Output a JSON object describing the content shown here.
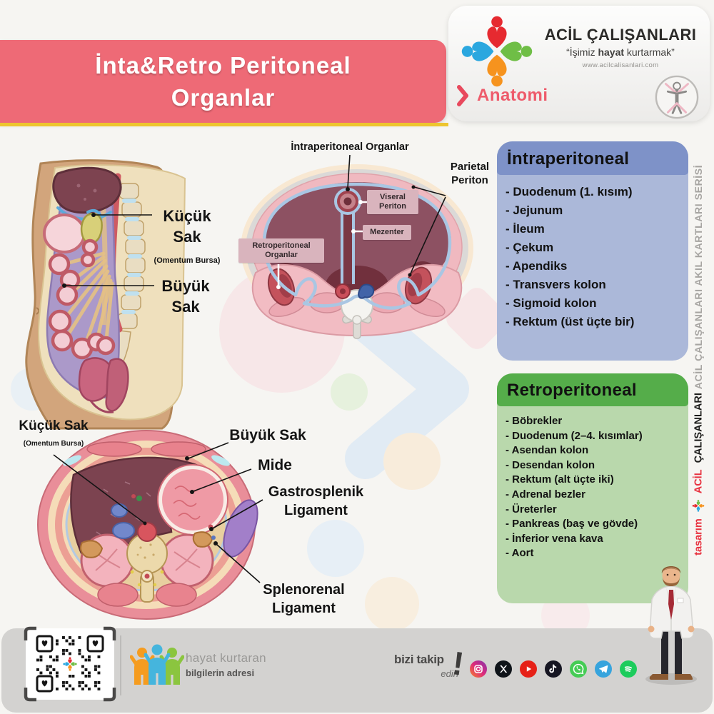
{
  "header": {
    "title_line1": "İnta&Retro Peritoneal",
    "title_line2": "Organlar"
  },
  "brand": {
    "name": "ACİL ÇALIŞANLARI",
    "slogan_pre": "“İşimiz ",
    "slogan_bold": "hayat",
    "slogan_post": " kurtarmak”",
    "website": "www.acilcalisanlari.com",
    "category": "Anatomi"
  },
  "side": {
    "series": "ACİL ÇALIŞANLARI AKIL KARTLARI SERİSİ",
    "design_word": "tasarım",
    "brand_red": "ACİL",
    "brand_dark": "ÇALIŞANLARI"
  },
  "intraperitoneal": {
    "title": "İntraperitoneal",
    "items": [
      "- Duodenum (1. kısım)",
      "- Jejunum",
      "- İleum",
      "- Çekum",
      "- Apendiks",
      "- Transvers kolon",
      "- Sigmoid kolon",
      "- Rektum (üst üçte bir)"
    ]
  },
  "retroperitoneal": {
    "title": "Retroperitoneal",
    "items": [
      "- Böbrekler",
      "- Duodenum (2–4. kısımlar)",
      "- Asendan kolon",
      "- Desendan kolon",
      "- Rektum (alt üçte iki)",
      "- Adrenal bezler",
      "- Üreterler",
      "- Pankreas (baş ve gövde)",
      "- İnferior vena kava",
      "- Aort"
    ]
  },
  "sagittal_labels": {
    "kucuk_sak": "Küçük Sak",
    "kucuk_sub": "(Omentum Bursa)",
    "buyuk_sak": "Büyük Sak"
  },
  "axial_top_labels": {
    "title": "İntraperitoneal Organlar",
    "parietal": "Parietal Periton",
    "visceral": "Viseral Periton",
    "mezenter": "Mezenter",
    "retro": "Retroperitoneal Organlar"
  },
  "axial_bottom_labels": {
    "kucuk_sak": "Küçük Sak",
    "kucuk_sub": "(Omentum Bursa)",
    "buyuk_sak": "Büyük Sak",
    "mide": "Mide",
    "gastrosplenik": "Gastrosplenik Ligament",
    "splenorenal": "Splenorenal Ligament"
  },
  "footer": {
    "tagline_title": "hayat kurtaran",
    "tagline_sub": "bilgilerin adresi",
    "follow_main": "bizi takip",
    "follow_sub": "edin",
    "follow_bang": "!",
    "socials": [
      "instagram",
      "x",
      "youtube",
      "tiktok",
      "whatsapp",
      "telegram",
      "spotify"
    ]
  },
  "colors": {
    "banner": "#ee6a76",
    "banner_underline": "#edc52f",
    "intra_header": "#7e92c8",
    "intra_body": "#abb8d9",
    "retro_header": "#55ad4a",
    "retro_body": "#b9d8ac",
    "accent_pink": "#ee5b6b",
    "footer_bg": "#d3d2d0"
  }
}
